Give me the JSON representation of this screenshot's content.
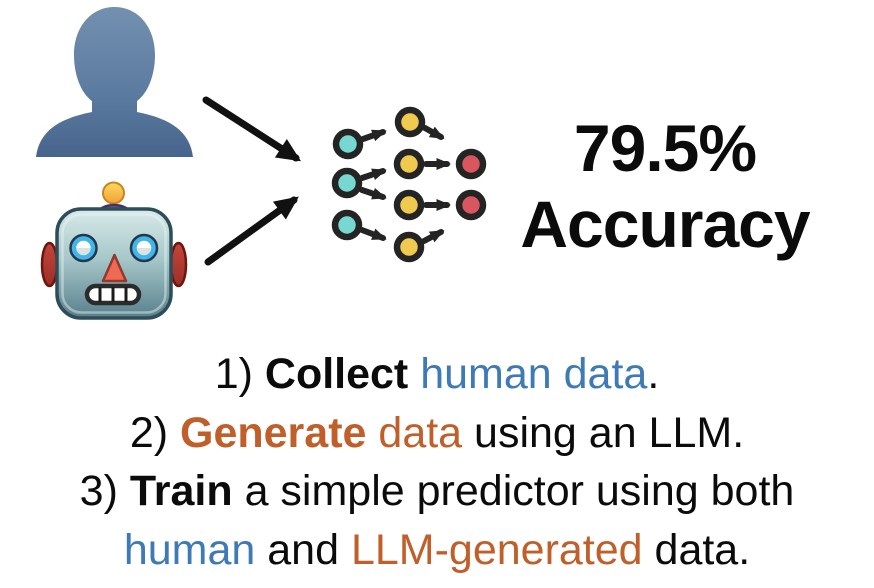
{
  "figure": {
    "accuracy_value": "79.5%",
    "accuracy_label": "Accuracy"
  },
  "icons": {
    "human": "human-silhouette-icon",
    "robot": "robot-face-icon",
    "network": "neural-network-icon",
    "arrow_top": "arrow-human-to-model-icon",
    "arrow_bottom": "arrow-robot-to-model-icon"
  },
  "colors": {
    "ink": "#0b0b0b",
    "blue": "#3d7ab6",
    "orange": "#c05f2a",
    "arrow_black": "#111111",
    "icon_stroke": "#242424",
    "node_teal": "#79d7d2",
    "node_yellow": "#f0c94f",
    "node_red": "#d9565f"
  },
  "steps": [
    {
      "segments": [
        {
          "text": "1) ",
          "style": "black"
        },
        {
          "text": "Collect",
          "style": "black-bold"
        },
        {
          "text": " ",
          "style": "black"
        },
        {
          "text": "human data",
          "style": "blue"
        },
        {
          "text": ".",
          "style": "black"
        }
      ]
    },
    {
      "segments": [
        {
          "text": "2) ",
          "style": "black"
        },
        {
          "text": "Generate",
          "style": "orange-bold"
        },
        {
          "text": " data",
          "style": "orange"
        },
        {
          "text": " using an LLM.",
          "style": "black"
        }
      ]
    },
    {
      "segments": [
        {
          "text": "3) ",
          "style": "black"
        },
        {
          "text": "Train",
          "style": "black-bold"
        },
        {
          "text": " a simple predictor using both",
          "style": "black"
        }
      ]
    },
    {
      "segments": [
        {
          "text": "human",
          "style": "blue"
        },
        {
          "text": " and ",
          "style": "black"
        },
        {
          "text": "LLM-generated",
          "style": "orange"
        },
        {
          "text": " data.",
          "style": "black"
        }
      ]
    }
  ]
}
